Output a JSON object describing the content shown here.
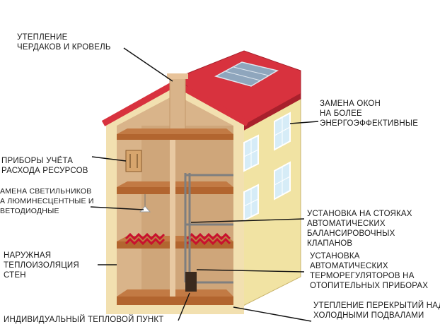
{
  "labels": {
    "attic": [
      "УТЕПЛЕНИЕ",
      "ЧЕРДАКОВ И КРОВЕЛЬ"
    ],
    "meters": [
      "ПРИБОРЫ УЧЁТА",
      "РАСХОДА РЕСУРСОВ"
    ],
    "lamps": [
      "АМЕНА СВЕТИЛЬНИКОВ",
      "А ЛЮМИНЕСЦЕНТНЫЕ И",
      "ВЕТОДИОДНЫЕ"
    ],
    "walls": [
      "НАРУЖНАЯ",
      "ТЕПЛОИЗОЛЯЦИЯ",
      "СТЕН"
    ],
    "heat_point": [
      "ИНДИВИДУАЛЬНЫЙ ТЕПЛОВОЙ ПУНКТ"
    ],
    "windows": [
      "ЗАМЕНА ОКОН",
      "НА БОЛЕЕ",
      "ЭНЕРГОЭФФЕКТИВНЫЕ"
    ],
    "valves": [
      "УСТАНОВКА НА СТОЯКАХ",
      "АВТОМАТИЧЕСКИХ",
      "БАЛАНСИРОВОЧНЫХ",
      "КЛАПАНОВ"
    ],
    "thermostats": [
      "УСТАНОВКА",
      "АВТОМАТИЧЕСКИХ",
      "ТЕРМОРЕГУЛЯТОРОВ НА",
      "ОТОПИТЕЛЬНЫХ ПРИБОРАХ"
    ],
    "basement": [
      "УТЕПЛЕНИЕ ПЕРЕКРЫТИЙ НАД",
      "ХОЛОДНЫМИ ПОДВАЛАМИ"
    ]
  },
  "colors": {
    "roof": "#d8323e",
    "roof_dark": "#a8202c",
    "facade": "#f1e3a3",
    "facade_side": "#e4d08a",
    "interior_wall": "#d9b48a",
    "interior_dark": "#c4976a",
    "floor_slab": "#b2652f",
    "insulation": "#f2e0b0",
    "window": "#d6ecf7",
    "heating": "#c8102e",
    "pipe": "#7f7f7f",
    "leader": "#111111"
  }
}
